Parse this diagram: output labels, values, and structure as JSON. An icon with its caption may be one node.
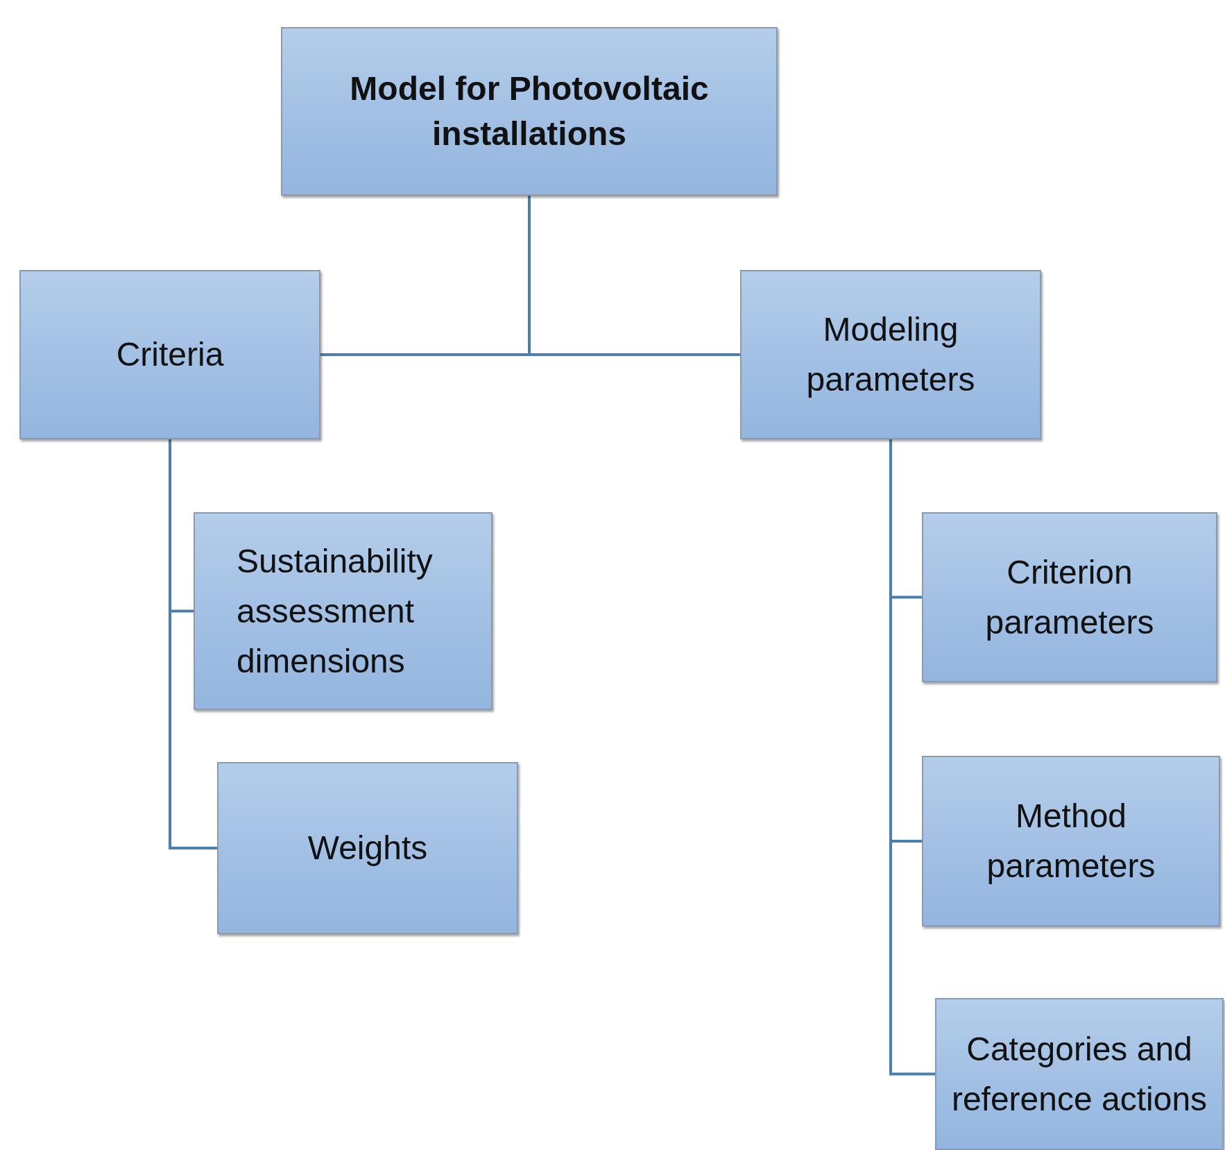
{
  "diagram": {
    "nodes": [
      {
        "text": [
          "Model for Photovoltaic installations"
        ]
      },
      {
        "text": [
          "Criteria"
        ]
      },
      {
        "text": [
          "Modeling parameters"
        ]
      },
      {
        "text": [
          "Sustainability assessment dimensions"
        ]
      },
      {
        "text": [
          "Weights"
        ]
      },
      {
        "text": [
          "Criterion parameters"
        ]
      },
      {
        "text": [
          "Method parameters"
        ]
      },
      {
        "text": [
          "Categories and reference actions"
        ]
      }
    ],
    "edges": [
      {
        "from": 0,
        "to": 1,
        "arrow": "none"
      },
      {
        "from": 0,
        "to": 2,
        "arrow": "none"
      },
      {
        "from": 1,
        "to": 3,
        "arrow": "none"
      },
      {
        "from": 1,
        "to": 4,
        "arrow": "none"
      },
      {
        "from": 2,
        "to": 5,
        "arrow": "none"
      },
      {
        "from": 2,
        "to": 6,
        "arrow": "none"
      },
      {
        "from": 2,
        "to": 7,
        "arrow": "none"
      }
    ]
  }
}
